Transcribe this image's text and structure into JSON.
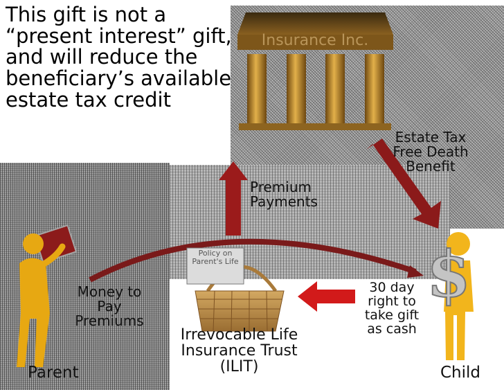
{
  "title": "This gift is not a “present interest” gift, and will reduce the beneficiary’s available estate tax credit",
  "insurer": {
    "name": "Insurance Inc."
  },
  "flows": {
    "death_benefit": "Estate Tax Free Death Benefit",
    "premium": "Premium Payments",
    "money": "Money to Pay Premiums",
    "withdrawal": "30 day right to take gift as cash"
  },
  "policy_card": "Policy on Parent's Life",
  "trust": {
    "name": "Irrevocable Life Insurance Trust (ILIT)"
  },
  "parties": {
    "parent": "Parent",
    "child": "Child"
  },
  "colors": {
    "arrow": "#8b1a1a",
    "arrow_bright": "#d21a1a",
    "column": "#b07a22",
    "figure": "#f2b51c"
  }
}
